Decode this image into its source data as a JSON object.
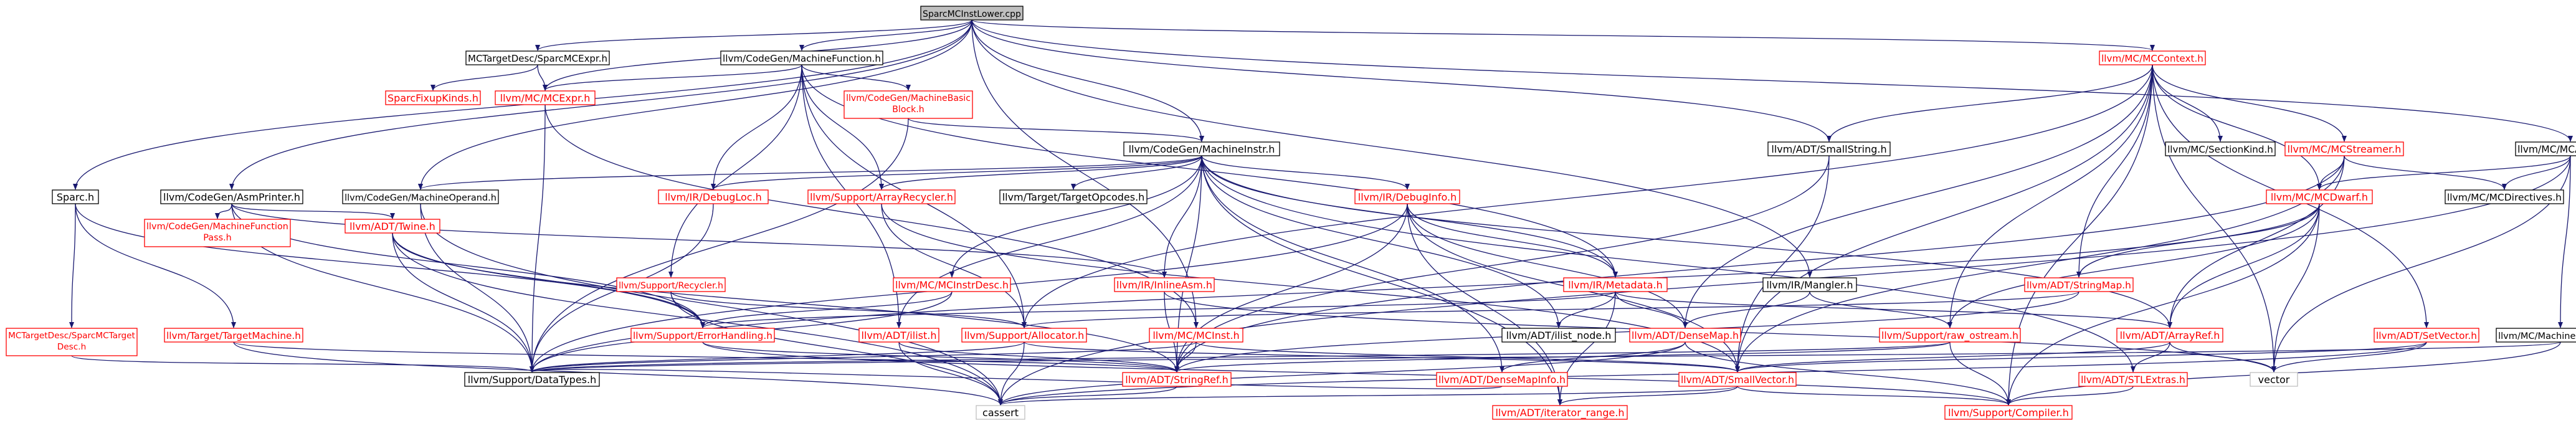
{
  "diagram": {
    "type": "include-dependency-graph",
    "colors": {
      "root_fill": "#bfbfbf",
      "node_fill": "#ffffff",
      "node_border_black": "#000000",
      "node_border_red": "#ff0000",
      "edge": "#191970",
      "text_black": "#000000",
      "text_red": "#ff0000"
    },
    "nodes": [
      {
        "id": "root",
        "label": "SparcMCInstLower.cpp",
        "style": "root"
      },
      {
        "id": "mctargetdesc_sparcmcexpr",
        "label": "MCTargetDesc/SparcMCExpr.h",
        "style": "black"
      },
      {
        "id": "codegen_machinefunction",
        "label": "llvm/CodeGen/MachineFunction.h",
        "style": "black"
      },
      {
        "id": "mc_mccontext",
        "label": "llvm/MC/MCContext.h",
        "style": "red"
      },
      {
        "id": "sparc_h",
        "label": "Sparc.h",
        "style": "black"
      },
      {
        "id": "codegen_asmprinter",
        "label": "llvm/CodeGen/AsmPrinter.h",
        "style": "black"
      },
      {
        "id": "codegen_machineoperand",
        "label": "llvm/CodeGen/MachineOperand.h",
        "style": "black"
      },
      {
        "id": "sparcfixupkinds",
        "label": "SparcFixupKinds.h",
        "style": "red"
      },
      {
        "id": "mc_mcexpr",
        "label": "llvm/MC/MCExpr.h",
        "style": "red"
      },
      {
        "id": "codegen_machinebasicblock",
        "label": "llvm/CodeGen/MachineBasic Block.h",
        "style": "red"
      },
      {
        "id": "adt_smallstring",
        "label": "llvm/ADT/SmallString.h",
        "style": "black"
      },
      {
        "id": "mc_mcsectionkind",
        "label": "llvm/MC/SectionKind.h",
        "style": "black"
      },
      {
        "id": "mc_mcstreamer",
        "label": "llvm/MC/MCStreamer.h",
        "style": "red"
      },
      {
        "id": "mc_mcasminfo",
        "label": "llvm/MC/MCAsmInfo.h",
        "style": "black"
      },
      {
        "id": "codegen_machineinstr",
        "label": "llvm/CodeGen/MachineInstr.h",
        "style": "black"
      },
      {
        "id": "mc_mcdwarf",
        "label": "llvm/MC/MCDwarf.h",
        "style": "red"
      },
      {
        "id": "mc_mcdirectives",
        "label": "llvm/MC/MCDirectives.h",
        "style": "black"
      },
      {
        "id": "codegen_machinefunctionpass",
        "label": "llvm/CodeGen/MachineFunction Pass.h",
        "style": "red"
      },
      {
        "id": "adt_twine",
        "label": "llvm/ADT/Twine.h",
        "style": "red"
      },
      {
        "id": "ir_debugloc",
        "label": "llvm/IR/DebugLoc.h",
        "style": "red"
      },
      {
        "id": "support_arrayrecycler",
        "label": "llvm/Support/ArrayRecycler.h",
        "style": "red"
      },
      {
        "id": "target_targetopcodes",
        "label": "llvm/Target/TargetOpcodes.h",
        "style": "black"
      },
      {
        "id": "ir_debuginfo",
        "label": "llvm/IR/DebugInfo.h",
        "style": "red"
      },
      {
        "id": "ir_mangler",
        "label": "llvm/IR/Mangler.h",
        "style": "black"
      },
      {
        "id": "adt_stringmap",
        "label": "llvm/ADT/StringMap.h",
        "style": "red"
      },
      {
        "id": "sparcmctargetdesc",
        "label": "MCTargetDesc/SparcMCTarget Desc.h",
        "style": "red"
      },
      {
        "id": "target_targetmachine",
        "label": "llvm/Target/TargetMachine.h",
        "style": "red"
      },
      {
        "id": "support_recycler",
        "label": "llvm/Support/Recycler.h",
        "style": "red"
      },
      {
        "id": "mc_mcinstrdesc",
        "label": "llvm/MC/MCInstrDesc.h",
        "style": "red"
      },
      {
        "id": "ir_inlineasm",
        "label": "llvm/IR/InlineAsm.h",
        "style": "red"
      },
      {
        "id": "ir_metadata",
        "label": "llvm/IR/Metadata.h",
        "style": "red"
      },
      {
        "id": "mc_machinelocation",
        "label": "llvm/MC/MachineLocation.h",
        "style": "black"
      },
      {
        "id": "adt_setvector",
        "label": "llvm/ADT/SetVector.h",
        "style": "red"
      },
      {
        "id": "support_errorhandling",
        "label": "llvm/Support/ErrorHandling.h",
        "style": "red"
      },
      {
        "id": "adt_ilist",
        "label": "llvm/ADT/ilist.h",
        "style": "red"
      },
      {
        "id": "support_allocator",
        "label": "llvm/Support/Allocator.h",
        "style": "red"
      },
      {
        "id": "mc_mcinst",
        "label": "llvm/MC/MCInst.h",
        "style": "red"
      },
      {
        "id": "adt_ilist_node",
        "label": "llvm/ADT/ilist_node.h",
        "style": "black"
      },
      {
        "id": "adt_densemap",
        "label": "llvm/ADT/DenseMap.h",
        "style": "red"
      },
      {
        "id": "support_raw_ostream",
        "label": "llvm/Support/raw_ostream.h",
        "style": "red"
      },
      {
        "id": "adt_arrayref",
        "label": "llvm/ADT/ArrayRef.h",
        "style": "red"
      },
      {
        "id": "support_datatypes",
        "label": "llvm/Support/DataTypes.h",
        "style": "black"
      },
      {
        "id": "adt_stringref",
        "label": "llvm/ADT/StringRef.h",
        "style": "red"
      },
      {
        "id": "adt_densemapinfo",
        "label": "llvm/ADT/DenseMapInfo.h",
        "style": "red"
      },
      {
        "id": "adt_smallvector",
        "label": "llvm/ADT/SmallVector.h",
        "style": "red"
      },
      {
        "id": "vector",
        "label": "vector",
        "style": "gray"
      },
      {
        "id": "adt_stlextras",
        "label": "llvm/ADT/STLExtras.h",
        "style": "red"
      },
      {
        "id": "cassert",
        "label": "cassert",
        "style": "gray"
      },
      {
        "id": "adt_iterator_range",
        "label": "llvm/ADT/iterator_range.h",
        "style": "red"
      },
      {
        "id": "support_compiler",
        "label": "llvm/Support/Compiler.h",
        "style": "red"
      }
    ],
    "edges": [
      [
        "root",
        "mctargetdesc_sparcmcexpr"
      ],
      [
        "root",
        "codegen_machinefunction"
      ],
      [
        "root",
        "mc_mccontext"
      ],
      [
        "root",
        "sparc_h"
      ],
      [
        "root",
        "codegen_asmprinter"
      ],
      [
        "root",
        "codegen_machineoperand"
      ],
      [
        "root",
        "codegen_machineinstr"
      ],
      [
        "root",
        "mc_mcexpr"
      ],
      [
        "root",
        "mc_mcasminfo"
      ],
      [
        "root",
        "ir_mangler"
      ],
      [
        "root",
        "adt_smallstring"
      ],
      [
        "root",
        "mc_mcinst"
      ],
      [
        "mctargetdesc_sparcmcexpr",
        "sparcfixupkinds"
      ],
      [
        "mctargetdesc_sparcmcexpr",
        "mc_mcexpr"
      ],
      [
        "codegen_machinefunction",
        "mc_mcexpr"
      ],
      [
        "codegen_machinefunction",
        "codegen_machinebasicblock"
      ],
      [
        "codegen_machinefunction",
        "support_arrayrecycler"
      ],
      [
        "codegen_machinefunction",
        "support_recycler"
      ],
      [
        "codegen_machinefunction",
        "ir_debugloc"
      ],
      [
        "codegen_machinefunction",
        "adt_ilist"
      ],
      [
        "codegen_machinefunction",
        "support_allocator"
      ],
      [
        "codegen_machinefunction",
        "ir_metadata"
      ],
      [
        "codegen_machinebasicblock",
        "codegen_machineinstr"
      ],
      [
        "codegen_machinebasicblock",
        "support_datatypes"
      ],
      [
        "mc_mcexpr",
        "support_datatypes"
      ],
      [
        "mc_mcexpr",
        "mc_mcinst"
      ],
      [
        "mc_mccontext",
        "adt_smallstring"
      ],
      [
        "mc_mccontext",
        "mc_mcsectionkind"
      ],
      [
        "mc_mccontext",
        "mc_mcstreamer"
      ],
      [
        "mc_mccontext",
        "mc_mcdwarf"
      ],
      [
        "mc_mccontext",
        "adt_densemap"
      ],
      [
        "mc_mccontext",
        "adt_stringmap"
      ],
      [
        "mc_mccontext",
        "adt_setvector"
      ],
      [
        "mc_mccontext",
        "support_raw_ostream"
      ],
      [
        "mc_mccontext",
        "support_allocator"
      ],
      [
        "mc_mccontext",
        "vector"
      ],
      [
        "mc_mccontext",
        "support_compiler"
      ],
      [
        "mc_mccontext",
        "adt_smallvector"
      ],
      [
        "mc_mcstreamer",
        "mc_mcdwarf"
      ],
      [
        "mc_mcstreamer",
        "mc_mcdirectives"
      ],
      [
        "mc_mcstreamer",
        "adt_arrayref"
      ],
      [
        "mc_mcstreamer",
        "adt_smallvector"
      ],
      [
        "mc_mcstreamer",
        "adt_stringref"
      ],
      [
        "mc_mcasminfo",
        "mc_mcdwarf"
      ],
      [
        "mc_mcasminfo",
        "mc_mcdirectives"
      ],
      [
        "mc_mcasminfo",
        "mc_machinelocation"
      ],
      [
        "mc_mcasminfo",
        "cassert"
      ],
      [
        "mc_mcasminfo",
        "vector"
      ],
      [
        "mc_mcdwarf",
        "adt_stringmap"
      ],
      [
        "mc_mcdwarf",
        "adt_arrayref"
      ],
      [
        "mc_mcdwarf",
        "support_raw_ostream"
      ],
      [
        "mc_mcdwarf",
        "support_datatypes"
      ],
      [
        "mc_mcdwarf",
        "vector"
      ],
      [
        "mc_mcdwarf",
        "support_compiler"
      ],
      [
        "mc_machinelocation",
        "support_datatypes"
      ],
      [
        "mc_machinelocation",
        "support_compiler"
      ],
      [
        "adt_smallstring",
        "adt_stringref"
      ],
      [
        "adt_smallstring",
        "adt_smallvector"
      ],
      [
        "sparc_h",
        "sparcmctargetdesc"
      ],
      [
        "sparc_h",
        "target_targetmachine"
      ],
      [
        "sparc_h",
        "support_errorhandling"
      ],
      [
        "sparcmctargetdesc",
        "support_datatypes"
      ],
      [
        "codegen_asmprinter",
        "codegen_machinefunctionpass"
      ],
      [
        "codegen_asmprinter",
        "adt_twine"
      ],
      [
        "codegen_asmprinter",
        "support_datatypes"
      ],
      [
        "codegen_asmprinter",
        "support_errorhandling"
      ],
      [
        "codegen_asmprinter",
        "ir_inlineasm"
      ],
      [
        "codegen_machineoperand",
        "support_datatypes"
      ],
      [
        "codegen_machineoperand",
        "cassert"
      ],
      [
        "codegen_machineinstr",
        "ir_debugloc"
      ],
      [
        "codegen_machineinstr",
        "support_arrayrecycler"
      ],
      [
        "codegen_machineinstr",
        "target_targetopcodes"
      ],
      [
        "codegen_machineinstr",
        "ir_debuginfo"
      ],
      [
        "codegen_machineinstr",
        "mc_mcinstrdesc"
      ],
      [
        "codegen_machineinstr",
        "ir_inlineasm"
      ],
      [
        "codegen_machineinstr",
        "ir_metadata"
      ],
      [
        "codegen_machineinstr",
        "adt_ilist"
      ],
      [
        "codegen_machineinstr",
        "adt_ilist_node"
      ],
      [
        "codegen_machineinstr",
        "adt_densemapinfo"
      ],
      [
        "codegen_machineinstr",
        "adt_stringref"
      ],
      [
        "codegen_machineinstr",
        "adt_arrayref"
      ],
      [
        "codegen_machineinstr",
        "adt_iterator_range"
      ],
      [
        "codegen_machineinstr",
        "codegen_machineoperand"
      ],
      [
        "codegen_machineinstr",
        "adt_stlextras"
      ],
      [
        "ir_debuginfo",
        "ir_metadata"
      ],
      [
        "ir_debuginfo",
        "adt_densemap"
      ],
      [
        "ir_debuginfo",
        "adt_smallvector"
      ],
      [
        "ir_debuginfo",
        "adt_iterator_range"
      ],
      [
        "ir_debuginfo",
        "support_datatypes"
      ],
      [
        "ir_debuginfo",
        "adt_stringref"
      ],
      [
        "ir_metadata",
        "adt_ilist_node"
      ],
      [
        "ir_metadata",
        "adt_densemap"
      ],
      [
        "ir_metadata",
        "adt_arrayref"
      ],
      [
        "ir_metadata",
        "support_errorhandling"
      ],
      [
        "ir_metadata",
        "adt_iterator_range"
      ],
      [
        "support_arrayrecycler",
        "support_allocator"
      ],
      [
        "support_arrayrecycler",
        "adt_smallvector"
      ],
      [
        "support_recycler",
        "support_allocator"
      ],
      [
        "support_recycler",
        "support_errorhandling"
      ],
      [
        "support_recycler",
        "cassert"
      ],
      [
        "ir_debugloc",
        "support_datatypes"
      ],
      [
        "mc_mcinstrdesc",
        "support_errorhandling"
      ],
      [
        "mc_mcinstrdesc",
        "support_datatypes"
      ],
      [
        "ir_inlineasm",
        "adt_stringref"
      ],
      [
        "ir_inlineasm",
        "vector"
      ],
      [
        "adt_twine",
        "adt_stringref"
      ],
      [
        "adt_twine",
        "support_errorhandling"
      ],
      [
        "adt_twine",
        "cassert"
      ],
      [
        "adt_twine",
        "support_datatypes"
      ],
      [
        "target_targetmachine",
        "adt_stringref"
      ],
      [
        "target_targetmachine",
        "cassert"
      ],
      [
        "ir_mangler",
        "adt_densemap"
      ],
      [
        "ir_mangler",
        "support_raw_ostream"
      ],
      [
        "adt_stringmap",
        "adt_stringref"
      ],
      [
        "adt_stringmap",
        "support_allocator"
      ],
      [
        "adt_setvector",
        "adt_smallvector"
      ],
      [
        "adt_setvector",
        "cassert"
      ],
      [
        "adt_setvector",
        "vector"
      ],
      [
        "support_errorhandling",
        "adt_stringref"
      ],
      [
        "support_errorhandling",
        "support_compiler"
      ],
      [
        "adt_ilist",
        "cassert"
      ],
      [
        "adt_ilist",
        "adt_stringref"
      ],
      [
        "support_allocator",
        "support_datatypes"
      ],
      [
        "support_allocator",
        "adt_smallvector"
      ],
      [
        "support_allocator",
        "cassert"
      ],
      [
        "mc_mcinst",
        "support_datatypes"
      ],
      [
        "mc_mcinst",
        "adt_stringref"
      ],
      [
        "mc_mcinst",
        "adt_smallvector"
      ],
      [
        "adt_densemap",
        "adt_densemapinfo"
      ],
      [
        "adt_densemap",
        "support_compiler"
      ],
      [
        "adt_densemap",
        "cassert"
      ],
      [
        "support_raw_ostream",
        "adt_stringref"
      ],
      [
        "support_raw_ostream",
        "support_compiler"
      ],
      [
        "support_raw_ostream",
        "support_datatypes"
      ],
      [
        "adt_arrayref",
        "adt_smallvector"
      ],
      [
        "adt_arrayref",
        "adt_stlextras"
      ],
      [
        "adt_arrayref",
        "vector"
      ],
      [
        "adt_stringref",
        "cassert"
      ],
      [
        "adt_densemapinfo",
        "support_datatypes"
      ],
      [
        "adt_smallvector",
        "adt_iterator_range"
      ],
      [
        "adt_smallvector",
        "cassert"
      ],
      [
        "adt_smallvector",
        "support_compiler"
      ],
      [
        "adt_stlextras",
        "support_compiler"
      ]
    ]
  }
}
